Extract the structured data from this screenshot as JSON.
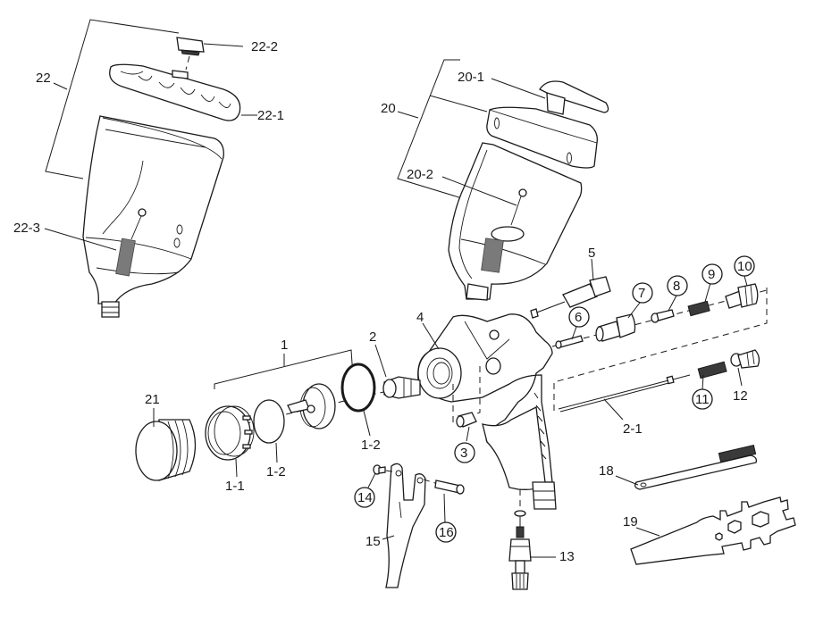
{
  "diagram": {
    "title": "Spray gun exploded parts diagram",
    "labels": {
      "p22": "22",
      "p22_1": "22-1",
      "p22_2": "22-2",
      "p22_3": "22-3",
      "p20": "20",
      "p20_1": "20-1",
      "p20_2": "20-2",
      "p1": "1",
      "p1_1": "1-1",
      "p1_2a": "1-2",
      "p1_2b": "1-2",
      "p2": "2",
      "p2_1": "2-1",
      "p3": "3",
      "p4": "4",
      "p5": "5",
      "p6": "6",
      "p7": "7",
      "p8": "8",
      "p9": "9",
      "p10": "10",
      "p11": "11",
      "p12": "12",
      "p13": "13",
      "p14": "14",
      "p15": "15",
      "p16": "16",
      "p18": "18",
      "p19": "19",
      "p21": "21"
    },
    "circled_labels": [
      "3",
      "6",
      "7",
      "8",
      "9",
      "10",
      "11",
      "14",
      "16"
    ],
    "line_color": "#1a1a1a",
    "background": "#ffffff"
  }
}
